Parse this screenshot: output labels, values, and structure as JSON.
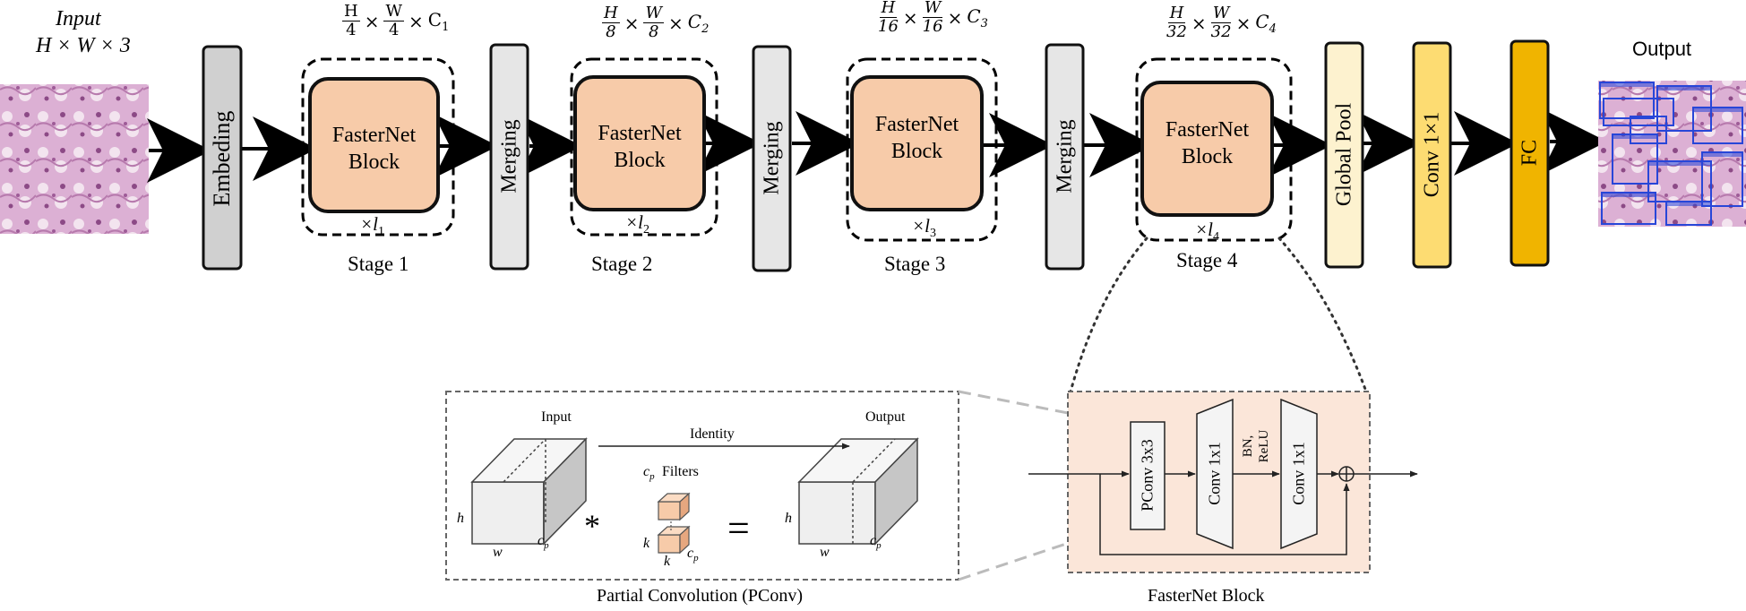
{
  "input": {
    "title": "Input",
    "dims": "H × W × 3"
  },
  "output": {
    "title": "Output"
  },
  "embedding_label": "Embeding",
  "merging_label": "Merging",
  "block_label_line1": "FasterNet",
  "block_label_line2": "Block",
  "stages": [
    {
      "label": "Stage 1",
      "repeat": "×l",
      "repeat_sub": "1",
      "dim_num_h": "H",
      "dim_den_h": "4",
      "dim_num_w": "W",
      "dim_den_w": "4",
      "dim_c": "C",
      "dim_c_sub": "1"
    },
    {
      "label": "Stage 2",
      "repeat": "×l",
      "repeat_sub": "2",
      "dim_num_h": "H",
      "dim_den_h": "8",
      "dim_num_w": "W",
      "dim_den_w": "8",
      "dim_c": "C",
      "dim_c_sub": "2"
    },
    {
      "label": "Stage 3",
      "repeat": "×l",
      "repeat_sub": "3",
      "dim_num_h": "H",
      "dim_den_h": "16",
      "dim_num_w": "W",
      "dim_den_w": "16",
      "dim_c": "C",
      "dim_c_sub": "3"
    },
    {
      "label": "Stage 4",
      "repeat": "×l",
      "repeat_sub": "4",
      "dim_num_h": "H",
      "dim_den_h": "32",
      "dim_num_w": "W",
      "dim_den_w": "32",
      "dim_c": "C",
      "dim_c_sub": "4"
    }
  ],
  "head": {
    "global_pool": "Global Pool",
    "conv": "Conv 1×1",
    "fc": "FC"
  },
  "pconv_panel": {
    "caption": "Partial Convolution (PConv)",
    "input_label": "Input",
    "output_label": "Output",
    "identity_label": "Identity",
    "filters_label": "Filters",
    "cp": "c",
    "cp_sub": "p",
    "h": "h",
    "w": "w",
    "k": "k",
    "star": "*",
    "equals": "="
  },
  "fasternet_panel": {
    "caption": "FasterNet Block",
    "pconv": "PConv 3x3",
    "conv1": "Conv 1x1",
    "bn": "BN,",
    "relu": "ReLU",
    "conv2": "Conv 1x1"
  },
  "colors": {
    "block_fill": "#f7cba9",
    "embed_fill": "#d0d0d0",
    "merge_fill": "#e6e6e6",
    "gpool_fill": "#fdf2cf",
    "conv_fill": "#fddc72",
    "fc_fill": "#f0b400",
    "tissue": "#d7a6cf",
    "panel_fill": "#fbe6d9"
  }
}
